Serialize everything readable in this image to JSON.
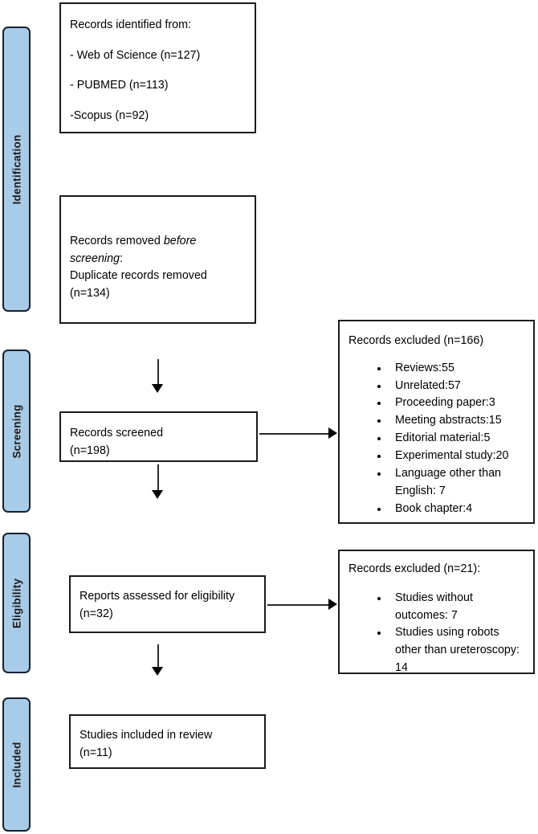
{
  "diagram": {
    "type": "prisma-flow-diagram",
    "stages": [
      {
        "id": "identification",
        "label": "Identification"
      },
      {
        "id": "screening",
        "label": "Screening"
      },
      {
        "id": "eligibility",
        "label": "Eligibility"
      },
      {
        "id": "included",
        "label": "Included"
      }
    ],
    "colors": {
      "stage_fill": "#a8cbe8",
      "stage_border": "#16222e",
      "box_border": "#1b1b1b",
      "box_fill": "#ffffff",
      "text": "#000000"
    },
    "boxes": {
      "records_identified": {
        "title": "Records identified from:",
        "sources": [
          "- Web of Science (n=127)",
          "- PUBMED (n=113)",
          "-Scopus (n=92)"
        ]
      },
      "records_removed": {
        "line1_prefix": "Records removed ",
        "line1_italic": "before screening",
        "line1_suffix": ":",
        "line2": "Duplicate records removed",
        "line3": "(n=134)"
      },
      "records_screened": {
        "label": "Records screened",
        "count": "(n=198)"
      },
      "records_excluded_screening": {
        "title": "Records excluded (n=166)",
        "reasons": [
          "Reviews:55",
          "Unrelated:57",
          "Proceeding paper:3",
          "Meeting abstracts:15",
          "Editorial material:5",
          "Experimental study:20",
          "Language other than English: 7",
          "Book chapter:4"
        ]
      },
      "reports_assessed": {
        "label": "Reports assessed for eligibility",
        "count": "(n=32)"
      },
      "records_excluded_eligibility": {
        "title": "Records excluded (n=21):",
        "reasons": [
          "Studies without outcomes: 7",
          "Studies using robots other than ureteroscopy: 14"
        ]
      },
      "studies_included": {
        "label": "Studies included in review",
        "count": "(n=11)"
      }
    }
  }
}
